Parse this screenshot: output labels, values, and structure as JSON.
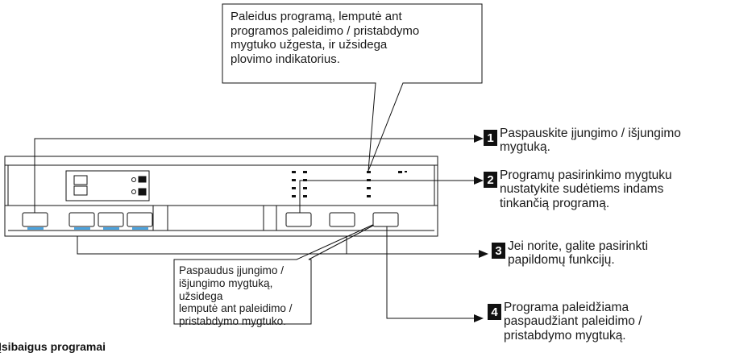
{
  "callouts": {
    "top": "Paleidus programą, lemputė ant\nprogramos paleidimo / pristabdymo\nmygtuko užgesta, ir užsidega\nplovimo indikatorius.",
    "bottom": "Paspaudus įjungimo /\nišjungimo mygtuką, užsidega\nlemputė ant paleidimo /\npristabdymo mygtuko."
  },
  "steps": [
    {
      "number": "1",
      "text": "Paspauskite įjungimo / išjungimo\nmygtuką."
    },
    {
      "number": "2",
      "text": "Programų pasirinkimo mygtuku\nnustatykite sudėtiems indams\ntinkančią programą."
    },
    {
      "number": "3",
      "text": "Jei norite, galite pasirinkti\npapildomų funkcijų."
    },
    {
      "number": "4",
      "text": "Programa paleidžiama\npaspaudžiant paleidimo /\npristabdymo mygtuką."
    }
  ],
  "footer": "Įsibaigus programai",
  "colors": {
    "line": "#111111",
    "indicator": "#4aa3df",
    "background": "#ffffff"
  }
}
